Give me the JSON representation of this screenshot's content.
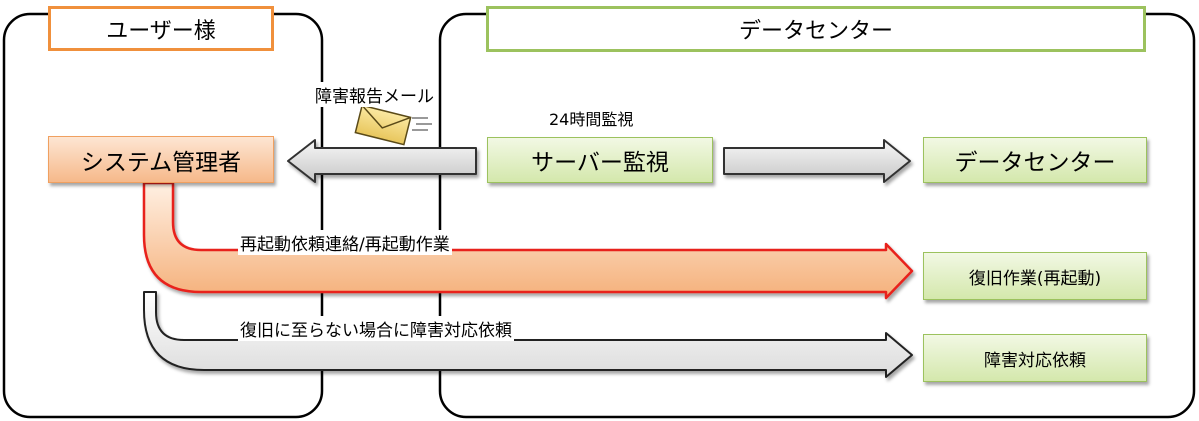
{
  "headers": {
    "user_side": "ユーザー様",
    "datacenter_side": "データセンター"
  },
  "nodes": {
    "system_admin": "システム管理者",
    "server_monitoring": "サーバー監視",
    "datacenter": "データセンター",
    "restart_work": "復旧作業(再起動)",
    "incident_request": "障害対応依頼"
  },
  "labels": {
    "failure_report_mail": "障害報告メール",
    "monitoring_24h": "24時間監視",
    "restart_request": "再起動依頼連絡/再起動作業",
    "incident_escalation": "復旧に至らない場合に障害対応依頼"
  },
  "icons": {
    "mail": "envelope-icon"
  },
  "colors": {
    "user_accent": "#f0903c",
    "datacenter_accent": "#9cc25e",
    "red_route": "#e8201c"
  }
}
